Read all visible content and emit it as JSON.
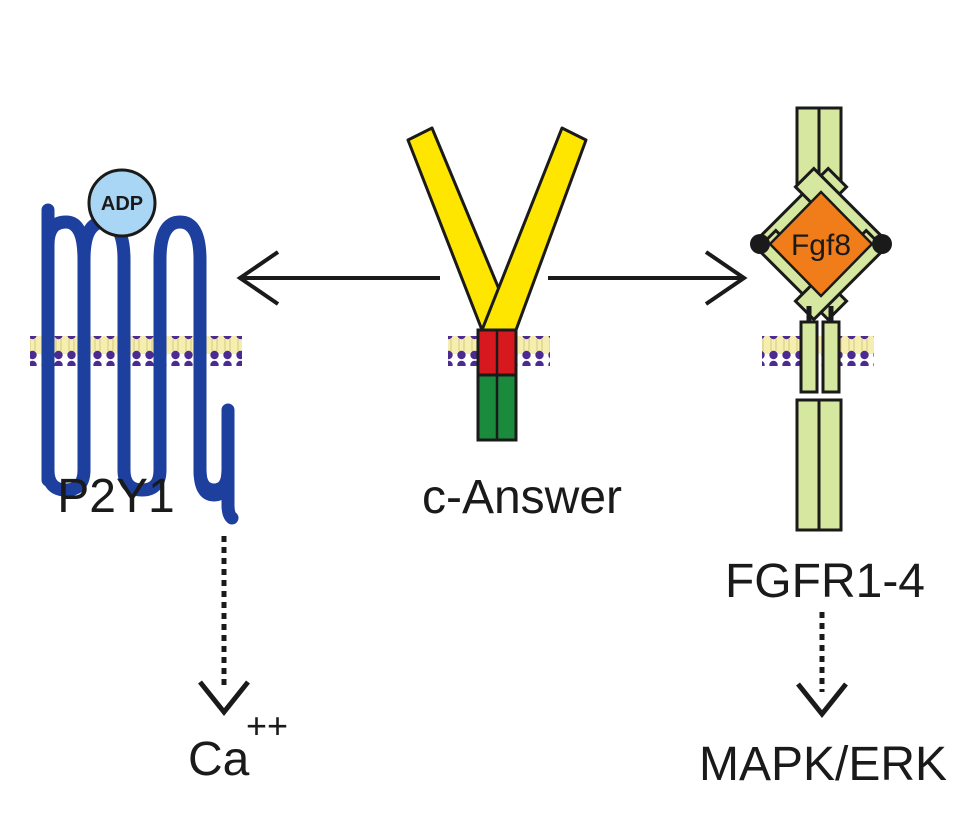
{
  "labels": {
    "receptor_left": "P2Y1",
    "ligand_left": "ADP",
    "center": "c-Answer",
    "receptor_right": "FGFR1-4",
    "ligand_right": "Fgf8",
    "output_left_base": "Ca",
    "output_left_sup": "++",
    "output_right": "MAPK/ERK"
  },
  "colors": {
    "p2y1": "#1d3f9e",
    "adp": "#a9d6f5",
    "c_answer_arms": "#ffe600",
    "c_answer_mid": "#d7181f",
    "c_answer_base": "#1a8a3c",
    "fgfr": "#d6e8a0",
    "fgf8": "#f07d1a",
    "membrane_heads": "#4b2a91",
    "membrane_core": "#f6eeb0",
    "arrows": "#1a1a1a"
  }
}
